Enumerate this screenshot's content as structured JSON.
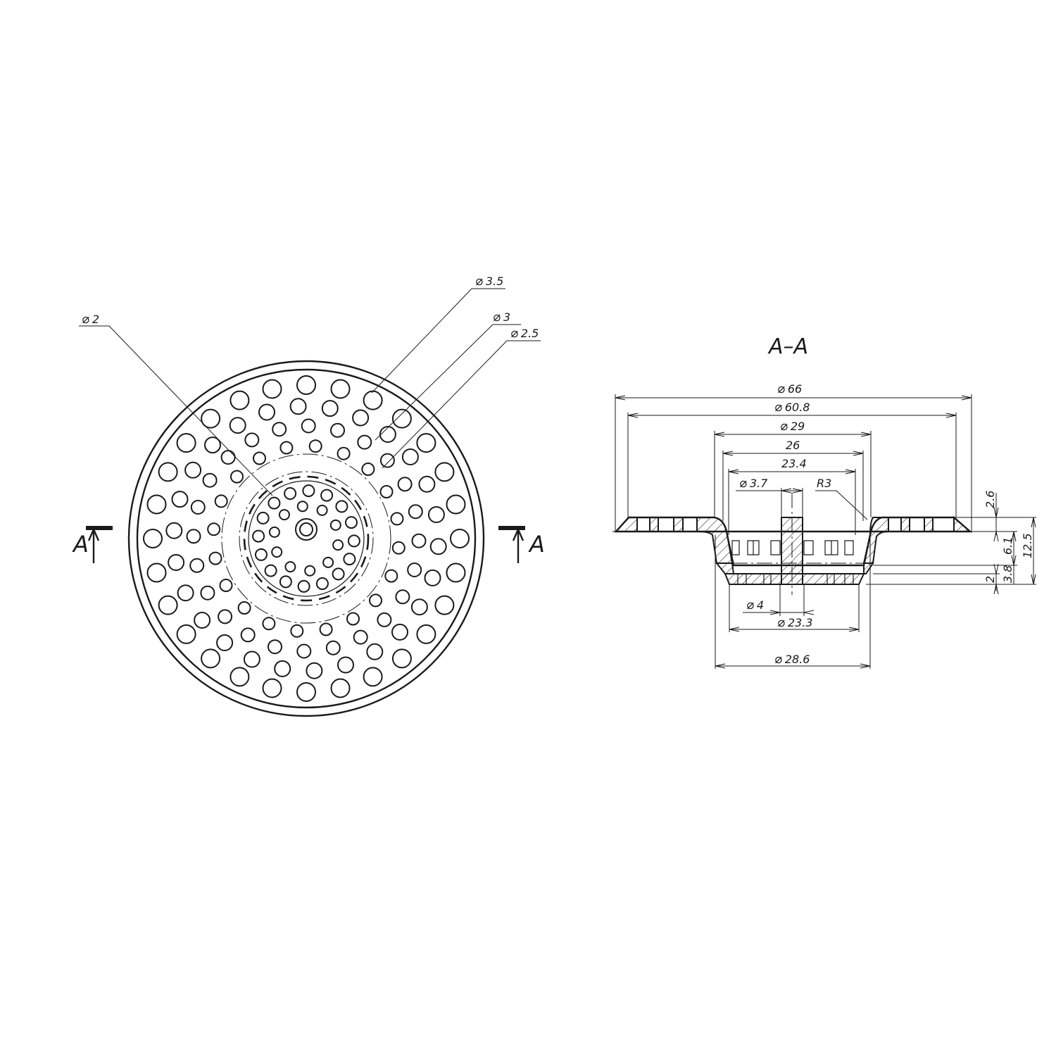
{
  "plan_view": {
    "leaders": [
      {
        "id": "d2",
        "phi": "⌀",
        "value": "2"
      },
      {
        "id": "d35",
        "phi": "⌀",
        "value": "3.5"
      },
      {
        "id": "d3",
        "phi": "⌀",
        "value": "3"
      },
      {
        "id": "d25",
        "phi": "⌀",
        "value": "2.5"
      }
    ],
    "section_mark_left": "A",
    "section_mark_right": "A"
  },
  "section_view": {
    "title": "A–A",
    "dims_horizontal": [
      {
        "id": "h66",
        "phi": "⌀",
        "value": "66"
      },
      {
        "id": "h608",
        "phi": "⌀",
        "value": "60.8"
      },
      {
        "id": "h29",
        "phi": "⌀",
        "value": "29"
      },
      {
        "id": "h26",
        "phi": "",
        "value": "26"
      },
      {
        "id": "h234",
        "phi": "",
        "value": "23.4"
      },
      {
        "id": "h37",
        "phi": "⌀",
        "value": "3.7"
      },
      {
        "id": "h4",
        "phi": "⌀",
        "value": "4"
      },
      {
        "id": "h233",
        "phi": "⌀",
        "value": "23.3"
      },
      {
        "id": "h286",
        "phi": "⌀",
        "value": "28.6"
      }
    ],
    "radius_label": "R3",
    "dims_vertical": [
      {
        "id": "v26",
        "value": "2.6"
      },
      {
        "id": "v61",
        "value": "6.1"
      },
      {
        "id": "v125",
        "value": "12.5"
      },
      {
        "id": "v38",
        "value": "3.8"
      },
      {
        "id": "v2",
        "value": "2"
      }
    ]
  }
}
